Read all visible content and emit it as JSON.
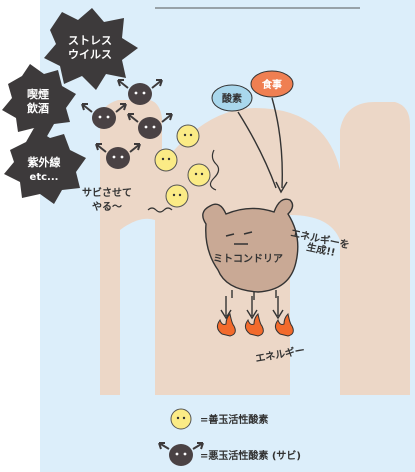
{
  "stressors": [
    {
      "label": "ストレス ウイルス",
      "line1": "ストレス",
      "line2": "ウイルス"
    },
    {
      "label": "喫煙 飲酒",
      "line1": "喫煙",
      "line2": "飲酒"
    },
    {
      "label": "紫外線 etc...",
      "line1": "紫外線",
      "line2": "etc..."
    }
  ],
  "inputs": {
    "oxygen": "酸素",
    "food": "食事"
  },
  "annotations": {
    "rust_line1": "サビさせて",
    "rust_line2": "やる～",
    "produce_line1": "エネルギーを",
    "produce_line2": "生成!!",
    "energy": "エネルギー"
  },
  "mitochondria_label": "ミトコンドリア",
  "legend": {
    "good": "=善玉活性酸素",
    "bad": "=悪玉活性酸素 (サビ)"
  },
  "colors": {
    "background_blue": "#dceefa",
    "body_tan": "#ecd5c4",
    "stressor_blob": "#3d3a3b",
    "oxygen_bubble": "#a9d7ec",
    "food_bubble": "#ef7f52",
    "good_oxidant": "#fbeb86",
    "bad_oxidant": "#4a4244",
    "mitochondria": "#c9a995",
    "flame": "#f26a2c"
  }
}
